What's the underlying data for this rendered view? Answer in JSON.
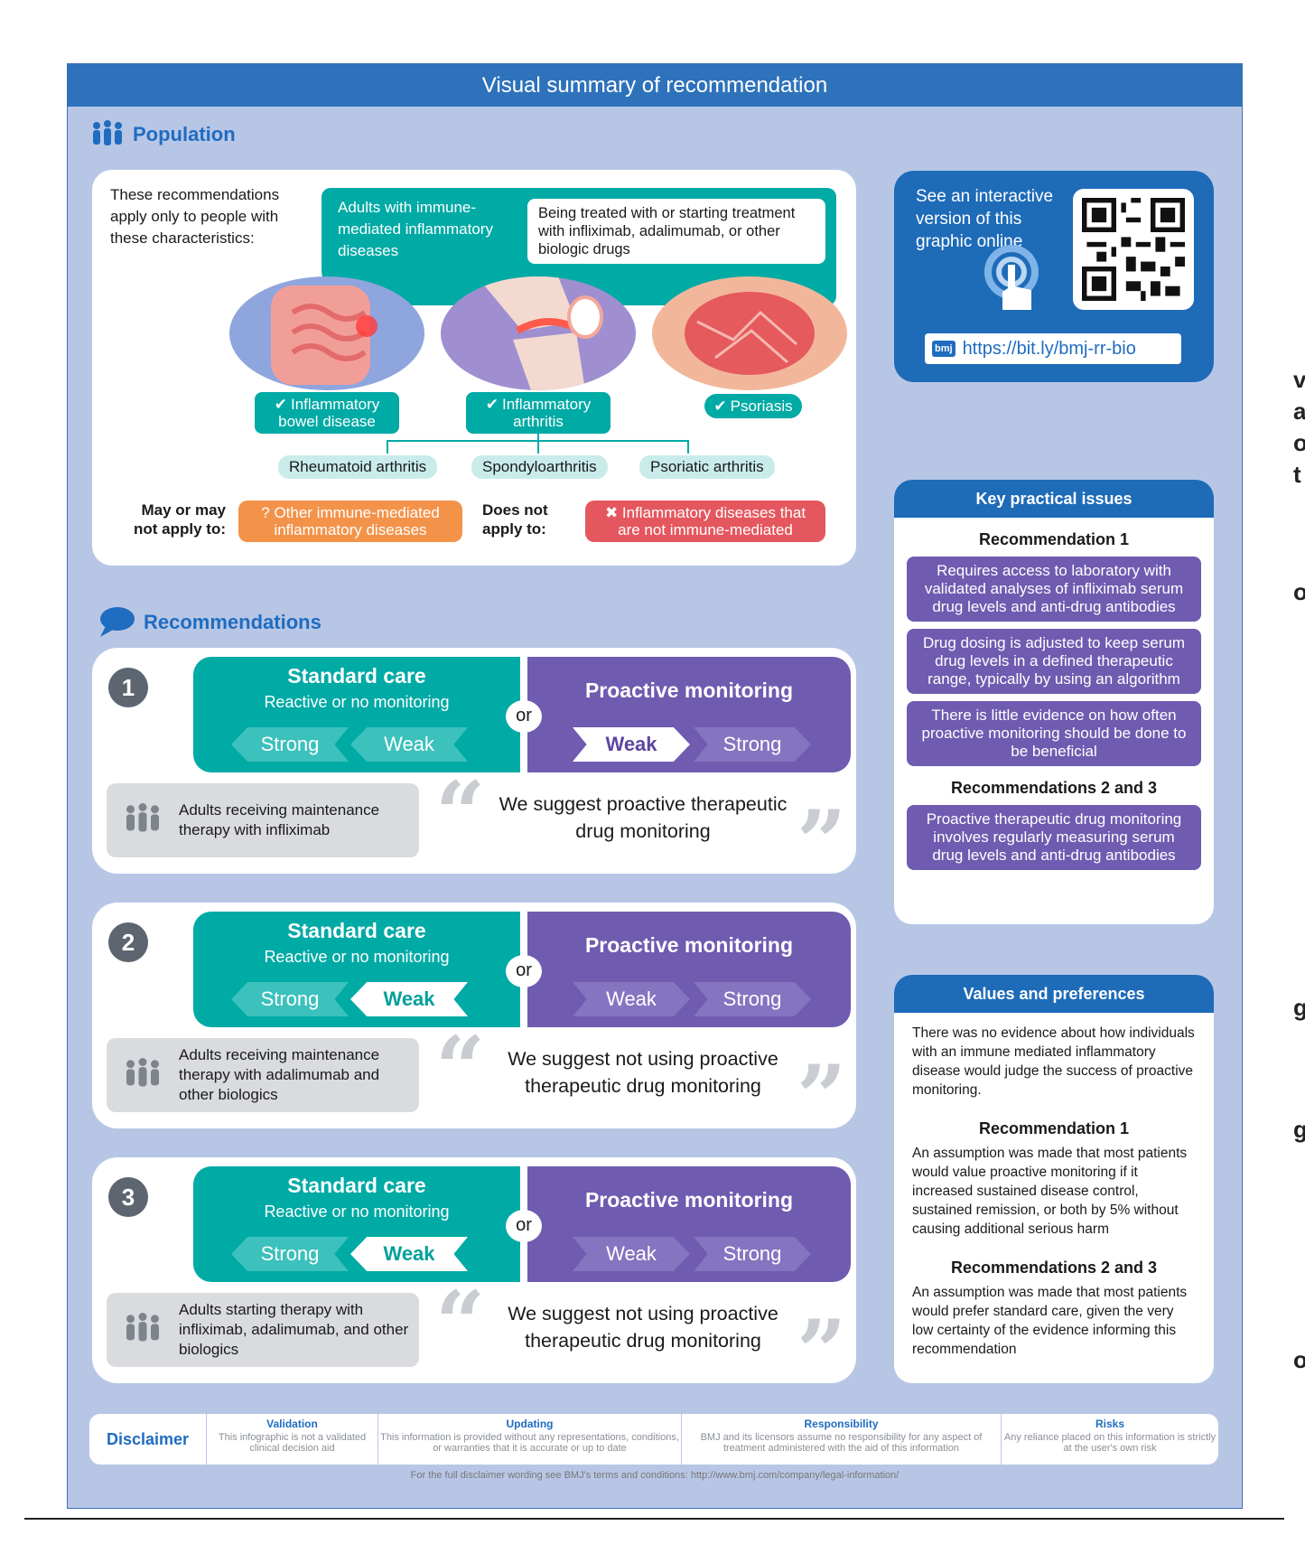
{
  "title": "Visual summary of recommendation",
  "population": {
    "heading": "Population",
    "intro": "These recommendations apply only to people with these characteristics:",
    "adults": "Adults with immune-mediated inflammatory diseases",
    "treatment": "Being treated with or starting treatment with infliximab, adalimumab, or other biologic drugs",
    "diseases": [
      {
        "label": "Inflammatory bowel disease"
      },
      {
        "label": "Inflammatory arthritis"
      },
      {
        "label": "Psoriasis"
      }
    ],
    "subtypes": [
      "Rheumatoid arthritis",
      "Spondyloarthritis",
      "Psoriatic arthritis"
    ],
    "may_label": "May or may not apply to:",
    "may_text": "Other immune-mediated inflammatory diseases",
    "not_label": "Does not apply to:",
    "not_text": "Inflammatory diseases that are not immune-mediated"
  },
  "interactive": {
    "text": "See an interactive version of this graphic online",
    "badge": "bmj",
    "url": "https://bit.ly/bmj-rr-bio"
  },
  "recommendations": {
    "heading": "Recommendations",
    "or": "or",
    "standard_title": "Standard care",
    "standard_sub": "Reactive or no monitoring",
    "proactive_title": "Proactive monitoring",
    "strong": "Strong",
    "weak": "Weak",
    "items": [
      {
        "num": "1",
        "selected": "proactive-weak",
        "population": "Adults receiving maintenance therapy with infliximab",
        "statement": "We suggest proactive therapeutic drug monitoring"
      },
      {
        "num": "2",
        "selected": "standard-weak",
        "population": "Adults receiving maintenance therapy with adalimumab and other biologics",
        "statement": "We suggest not using proactive therapeutic drug monitoring"
      },
      {
        "num": "3",
        "selected": "standard-weak",
        "population": "Adults starting therapy with infliximab, adalimumab, and other biologics",
        "statement": "We suggest not using proactive therapeutic drug monitoring"
      }
    ]
  },
  "key_issues": {
    "heading": "Key practical issues",
    "rec1_label": "Recommendation 1",
    "rec1_items": [
      "Requires access to laboratory with validated analyses of infliximab serum drug levels and anti-drug antibodies",
      "Drug dosing is adjusted to keep serum drug levels in a defined therapeutic range, typically by using an algorithm",
      "There is little evidence on how often proactive monitoring should be done to be beneficial"
    ],
    "rec23_label": "Recommendations 2 and 3",
    "rec23_items": [
      "Proactive therapeutic drug monitoring involves regularly measuring serum drug levels and anti-drug antibodies"
    ]
  },
  "values": {
    "heading": "Values and preferences",
    "intro": "There was no evidence about how individuals with an immune mediated inflammatory disease would judge the success of proactive monitoring.",
    "rec1_label": "Recommendation 1",
    "rec1_text": "An assumption was made that most patients would value proactive monitoring if it increased sustained disease control, sustained remission, or both by 5% without causing additional serious harm",
    "rec23_label": "Recommendations 2 and 3",
    "rec23_text": "An assumption was made that most patients would prefer standard care, given the very low certainty of the evidence informing this recommendation"
  },
  "disclaimer": {
    "title": "Disclaimer",
    "cols": [
      {
        "head": "Validation",
        "text": "This infographic is not a validated clinical decision aid"
      },
      {
        "head": "Updating",
        "text": "This information is provided without any representations, conditions, or warranties that it is accurate or up to date"
      },
      {
        "head": "Responsibility",
        "text": "BMJ and its licensors assume no responsibility for any aspect of treatment administered with the aid of this information"
      },
      {
        "head": "Risks",
        "text": "Any reliance placed on this information is strictly at the user's own risk"
      }
    ],
    "footer": "For the full disclaimer wording see BMJ's terms and conditions: http://www.bmj.com/company/legal-information/"
  },
  "edge_letters": [
    "v",
    "a",
    "o",
    "t",
    "o",
    "g",
    "g",
    "o"
  ],
  "colors": {
    "teal": "#00aaa5",
    "purple": "#6f5bb0",
    "blue": "#1e6bb8",
    "orange": "#f3934a",
    "red": "#e5575e"
  }
}
